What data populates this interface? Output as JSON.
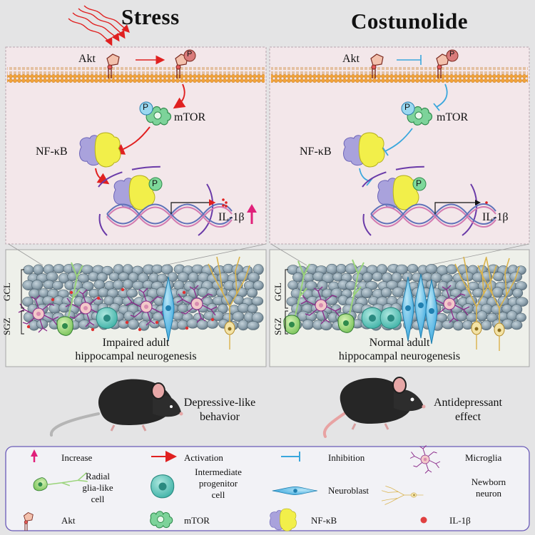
{
  "titles": {
    "left": "Stress",
    "right": "Costunolide"
  },
  "pathway": {
    "left": {
      "akt": "Akt",
      "p_badge": "P",
      "mtor": "mTOR",
      "nfkb": "NF-κB",
      "il1b": "IL-1β"
    },
    "right": {
      "akt": "Akt",
      "p_badge": "P",
      "mtor": "mTOR",
      "nfkb": "NF-κB",
      "il1b": "IL-1β"
    }
  },
  "hippocampus": {
    "layer_gcl": "GCL",
    "layer_sgz": "SGZ",
    "left_caption_1": "Impaired adult",
    "left_caption_2": "hippocampal neurogenesis",
    "right_caption_1": "Normal adult",
    "right_caption_2": "hippocampal neurogenesis"
  },
  "behavior": {
    "left_1": "Depressive-like",
    "left_2": "behavior",
    "right_1": "Antidepressant",
    "right_2": "effect"
  },
  "legend": {
    "increase": "Increase",
    "activation": "Activation",
    "inhibition": "Inhibition",
    "microglia": "Microglia",
    "radial_1": "Radial",
    "radial_2": "glia-like",
    "radial_3": "cell",
    "ipc_1": "Intermediate",
    "ipc_2": "progenitor",
    "ipc_3": "cell",
    "neuroblast": "Neuroblast",
    "newborn_1": "Newborn",
    "newborn_2": "neuron",
    "akt": "Akt",
    "mtor": "mTOR",
    "nfkb": "NF-κB",
    "il1b": "IL-1β"
  },
  "colors": {
    "activation": "#e02020",
    "inhibition": "#3aa7dd",
    "increase": "#e0207a",
    "panel_bg": "#f3e7ea",
    "membrane": "#f0a43a"
  }
}
